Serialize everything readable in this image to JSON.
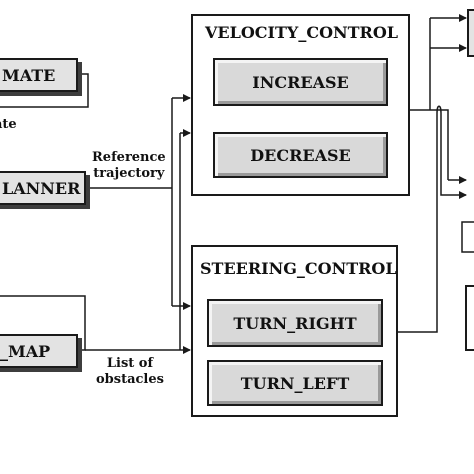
{
  "blocks": {
    "estimate": {
      "label": "MATE"
    },
    "planner": {
      "label": "LANNER"
    },
    "map": {
      "label": "_MAP"
    }
  },
  "velocity_control": {
    "title": "VELOCITY_CONTROL",
    "increase": "INCREASE",
    "decrease": "DECREASE"
  },
  "steering_control": {
    "title": "STEERING_CONTROL",
    "turn_right": "TURN_RIGHT",
    "turn_left": "TURN_LEFT"
  },
  "annotations": {
    "estimate_sub": "ate",
    "reference_trajectory": [
      "Reference",
      "trajectory"
    ],
    "list_of_obstacles": [
      "List of",
      "obstacles"
    ]
  }
}
